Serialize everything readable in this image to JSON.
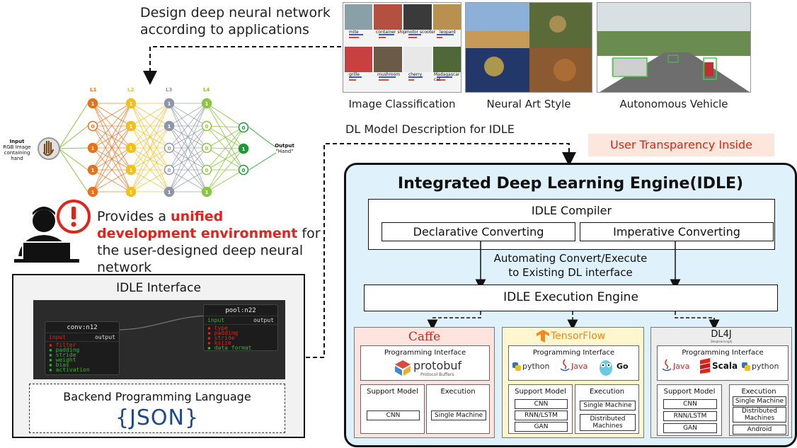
{
  "top": {
    "design_line1": "Design deep neural network",
    "design_line2": "according to applications"
  },
  "applications": [
    {
      "caption": "Image Classification"
    },
    {
      "caption": "Neural Art Style"
    },
    {
      "caption": "Autonomous Vehicle"
    }
  ],
  "imagenet_labels": [
    "mite",
    "container ship",
    "motor scooter",
    "leopard",
    "grille",
    "mushroom",
    "cherry",
    "Madagascar cat"
  ],
  "network": {
    "layers": [
      "L1",
      "L2",
      "L3",
      "L4"
    ],
    "layer_colors": [
      "#e8711c",
      "#f2c01a",
      "#8c96a8",
      "#8cc63f"
    ],
    "input_label": "Input",
    "input_desc": "RGB Image containing hand",
    "output_label": "Output",
    "output_desc": "\"Hand\"",
    "node_one": "1",
    "node_zero": "0"
  },
  "user": {
    "provides_pre": "Provides a ",
    "provides_red": "unified development environment",
    "provides_post": " for the user-designed deep neural network"
  },
  "idle_interface": {
    "title": "IDLE Interface",
    "conv_node": {
      "title": "conv:n12",
      "input": "input",
      "output": "output",
      "params": [
        "filter",
        "padding",
        "stride",
        "weight",
        "bias",
        "activation"
      ]
    },
    "pool_node": {
      "title": "pool:n22",
      "input": "input",
      "output": "output",
      "params": [
        "type",
        "padding",
        "stride",
        "ksize",
        "data format"
      ]
    },
    "backend_title": "Backend Programming Language",
    "json_logo": "{JSON}"
  },
  "dl_description": "DL Model Description for IDLE",
  "transparency": "User Transparency Inside",
  "idle": {
    "title": "Integrated Deep Learning Engine(IDLE)",
    "compiler": "IDLE Compiler",
    "declarative": "Declarative Converting",
    "imperative": "Imperative Converting",
    "automating_line1": "Automating Convert/Execute",
    "automating_line2": "to Existing DL interface",
    "execution_engine": "IDLE Execution Engine"
  },
  "frameworks": {
    "caffe": {
      "name": "Caffe",
      "programming_interface": "Programming Interface",
      "protobuf": "protobuf",
      "protobuf_sub": "Protocol Buffers",
      "support_model": "Support Model",
      "execution": "Execution",
      "models": [
        "CNN"
      ],
      "executions": [
        "Single Machine"
      ]
    },
    "tensorflow": {
      "name": "TensorFlow",
      "programming_interface": "Programming Interface",
      "languages": [
        "python",
        "Java",
        "Go"
      ],
      "support_model": "Support Model",
      "execution": "Execution",
      "models": [
        "CNN",
        "RNN/LSTM",
        "GAN"
      ],
      "executions": [
        "Single Machine",
        "Distributed Machines"
      ]
    },
    "dl4j": {
      "name": "DL4J",
      "sub": "Deeplearning4j",
      "programming_interface": "Programming Interface",
      "languages": [
        "Java",
        "Scala",
        "python"
      ],
      "support_model": "Support Model",
      "execution": "Execution",
      "models": [
        "CNN",
        "RNN/LSTM",
        "GAN"
      ],
      "executions": [
        "Single Machine",
        "Distributed Machines",
        "Android"
      ]
    }
  },
  "colors": {
    "accent_red": "#e2231a",
    "idle_bg": "#dff1fa",
    "caffe_bg": "#fde4df",
    "tensorflow_bg": "#fdf6cf",
    "dl4j_bg": "#ededed"
  }
}
